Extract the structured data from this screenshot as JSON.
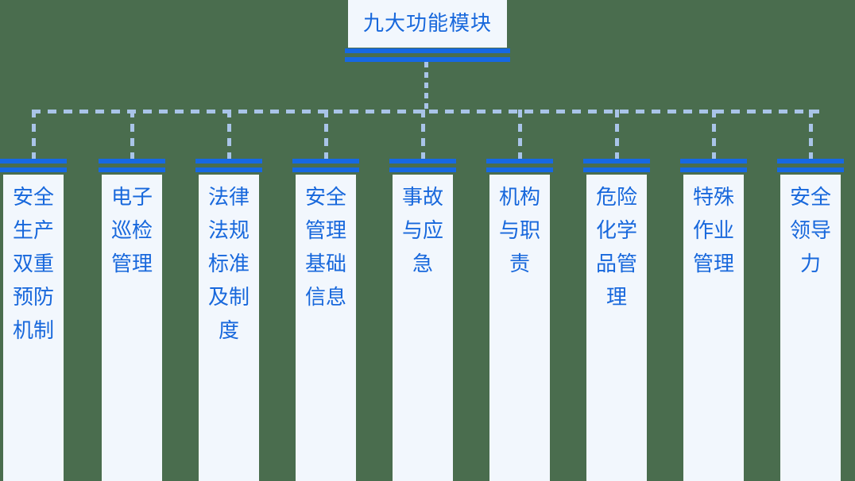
{
  "diagram": {
    "title": "九大功能模块",
    "background_color": "#4a6d4e",
    "accent_color": "#1668e3",
    "text_color": "#1868dc",
    "card_color": "#f2f7fd",
    "connector_color": "#a9c4e8",
    "root": {
      "label": "九大功能模块"
    },
    "nodes": [
      {
        "label": "安全生产双重预防机制"
      },
      {
        "label": "电子巡检管理"
      },
      {
        "label": "法律法规标准及制度"
      },
      {
        "label": "安全管理基础信息"
      },
      {
        "label": "事故与应急"
      },
      {
        "label": "机构与职责"
      },
      {
        "label": "危险化学品管理"
      },
      {
        "label": "特殊作业管理"
      },
      {
        "label": "安全领导力"
      }
    ]
  }
}
